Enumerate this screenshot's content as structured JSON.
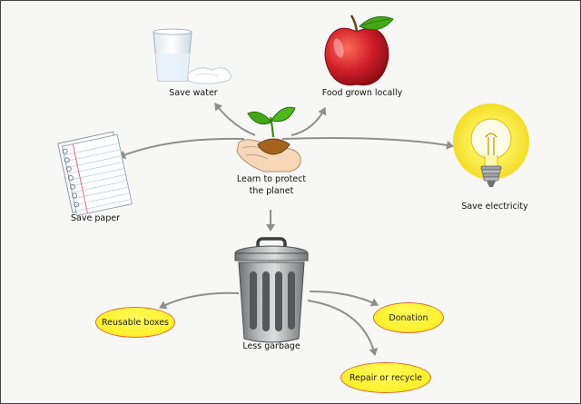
{
  "diagram": {
    "center": {
      "label_line1": "Learn to protect",
      "label_line2": "the planet",
      "icon": "seedling-in-hand-icon"
    },
    "nodes": {
      "save_water": {
        "label": "Save water",
        "icon": "water-glass-icon"
      },
      "food": {
        "label": "Food grown locally",
        "icon": "apple-icon"
      },
      "electricity": {
        "label": "Save electricity",
        "icon": "light-bulb-icon"
      },
      "paper": {
        "label": "Save paper",
        "icon": "paper-notepad-icon"
      },
      "garbage": {
        "label": "Less garbage",
        "icon": "trash-can-icon"
      }
    },
    "pills": {
      "reusable": "Reusable boxes",
      "donation": "Donation",
      "repair": "Repair or recycle"
    },
    "colors": {
      "arrow": "#8e8e8e",
      "pill_fill": "#fff232",
      "pill_border": "#e06c2a",
      "apple": "#d2202a",
      "leaf": "#43a818",
      "bulb_glow": "#fff34a"
    }
  }
}
